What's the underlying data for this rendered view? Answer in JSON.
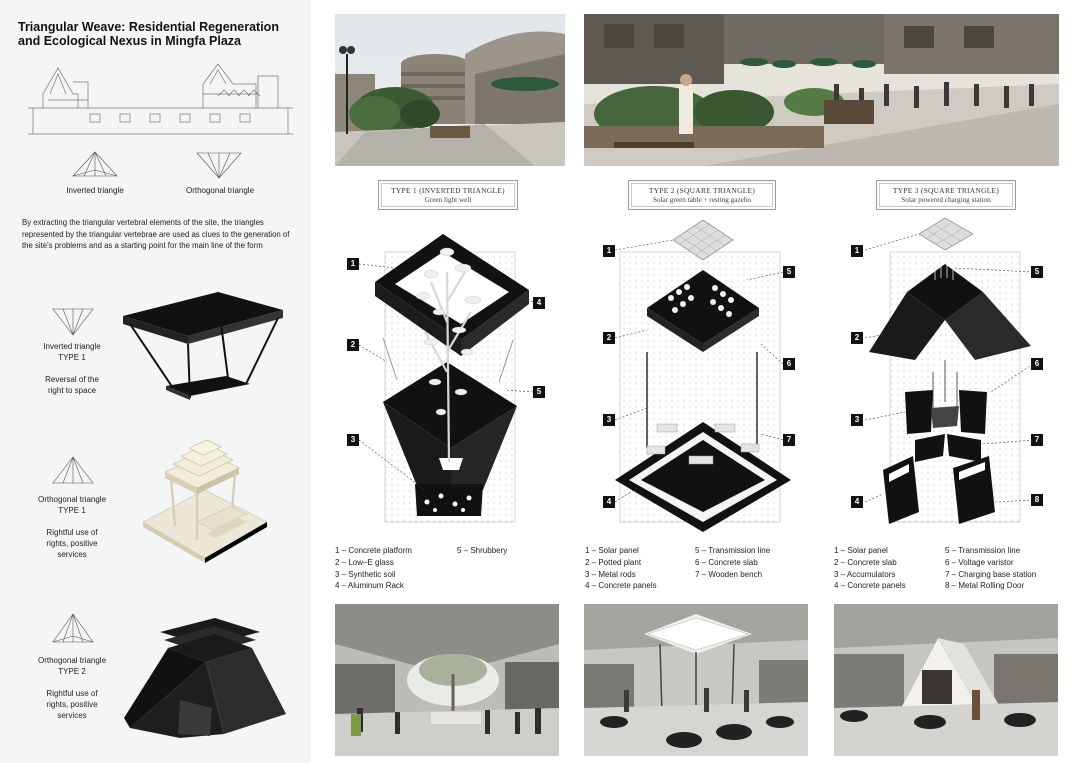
{
  "title": "Triangular Weave: Residential Regeneration and Ecological Nexus in Mingfa Plaza",
  "triangles": {
    "inverted": "Inverted triangle",
    "orthogonal": "Orthogonal triangle"
  },
  "description": "By extracting the triangular vertebral elements of the site, the triangles represented by the triangular vertebrae are used as clues to the generation of the site's problems and as a starting point for the main line of the form",
  "left_types": [
    {
      "l1": "Inverted triangle",
      "l2": "TYPE 1",
      "l3": "Reversal of the",
      "l4": "right to space",
      "l5": ""
    },
    {
      "l1": "Orthogonal triangle",
      "l2": "TYPE 1",
      "l3": "Rightful use of",
      "l4": "rights, positive",
      "l5": "services"
    },
    {
      "l1": "Orthogonal triangle",
      "l2": "TYPE 2",
      "l3": "Rightful use of",
      "l4": "rights, positive",
      "l5": "services"
    }
  ],
  "types": [
    {
      "title": "TYPE 1 (INVERTED TRIANGLE)",
      "subtitle": "Green light well"
    },
    {
      "title": "TYPE 2 (SQUARE TRIANGLE)",
      "subtitle": "Solar green table + resting gazebo"
    },
    {
      "title": "TYPE 3 (SQUARE TRIANGLE)",
      "subtitle": "Solar powered charging station"
    }
  ],
  "numbers": [
    "1",
    "2",
    "3",
    "4",
    "5",
    "6",
    "7",
    "8"
  ],
  "legends": [
    {
      "left": [
        "1 – Concrete platform",
        "2 – Low–E glass",
        "3 – Synthetic soil",
        "4 – Aluminum Rack"
      ],
      "right": [
        "5 – Shrubbery"
      ]
    },
    {
      "left": [
        "1 – Solar panel",
        "2 – Potted plant",
        "3 – Metal rods",
        "4 – Concrete panels"
      ],
      "right": [
        "5 – Transmission line",
        "6 – Concrete slab",
        "7 – Wooden bench"
      ]
    },
    {
      "left": [
        "1 – Solar panel",
        "2 – Concrete slab",
        "3 – Accumulators",
        "4 – Concrete panels"
      ],
      "right": [
        "5 – Transmission line",
        "6 – Voltage varistor",
        "7 – Charging base station",
        "8 – Metal Rolling Door"
      ]
    }
  ],
  "colors": {
    "panel_bg": "#f4f5f7",
    "ink": "#111111",
    "accent_green": "#3f5f3a"
  }
}
